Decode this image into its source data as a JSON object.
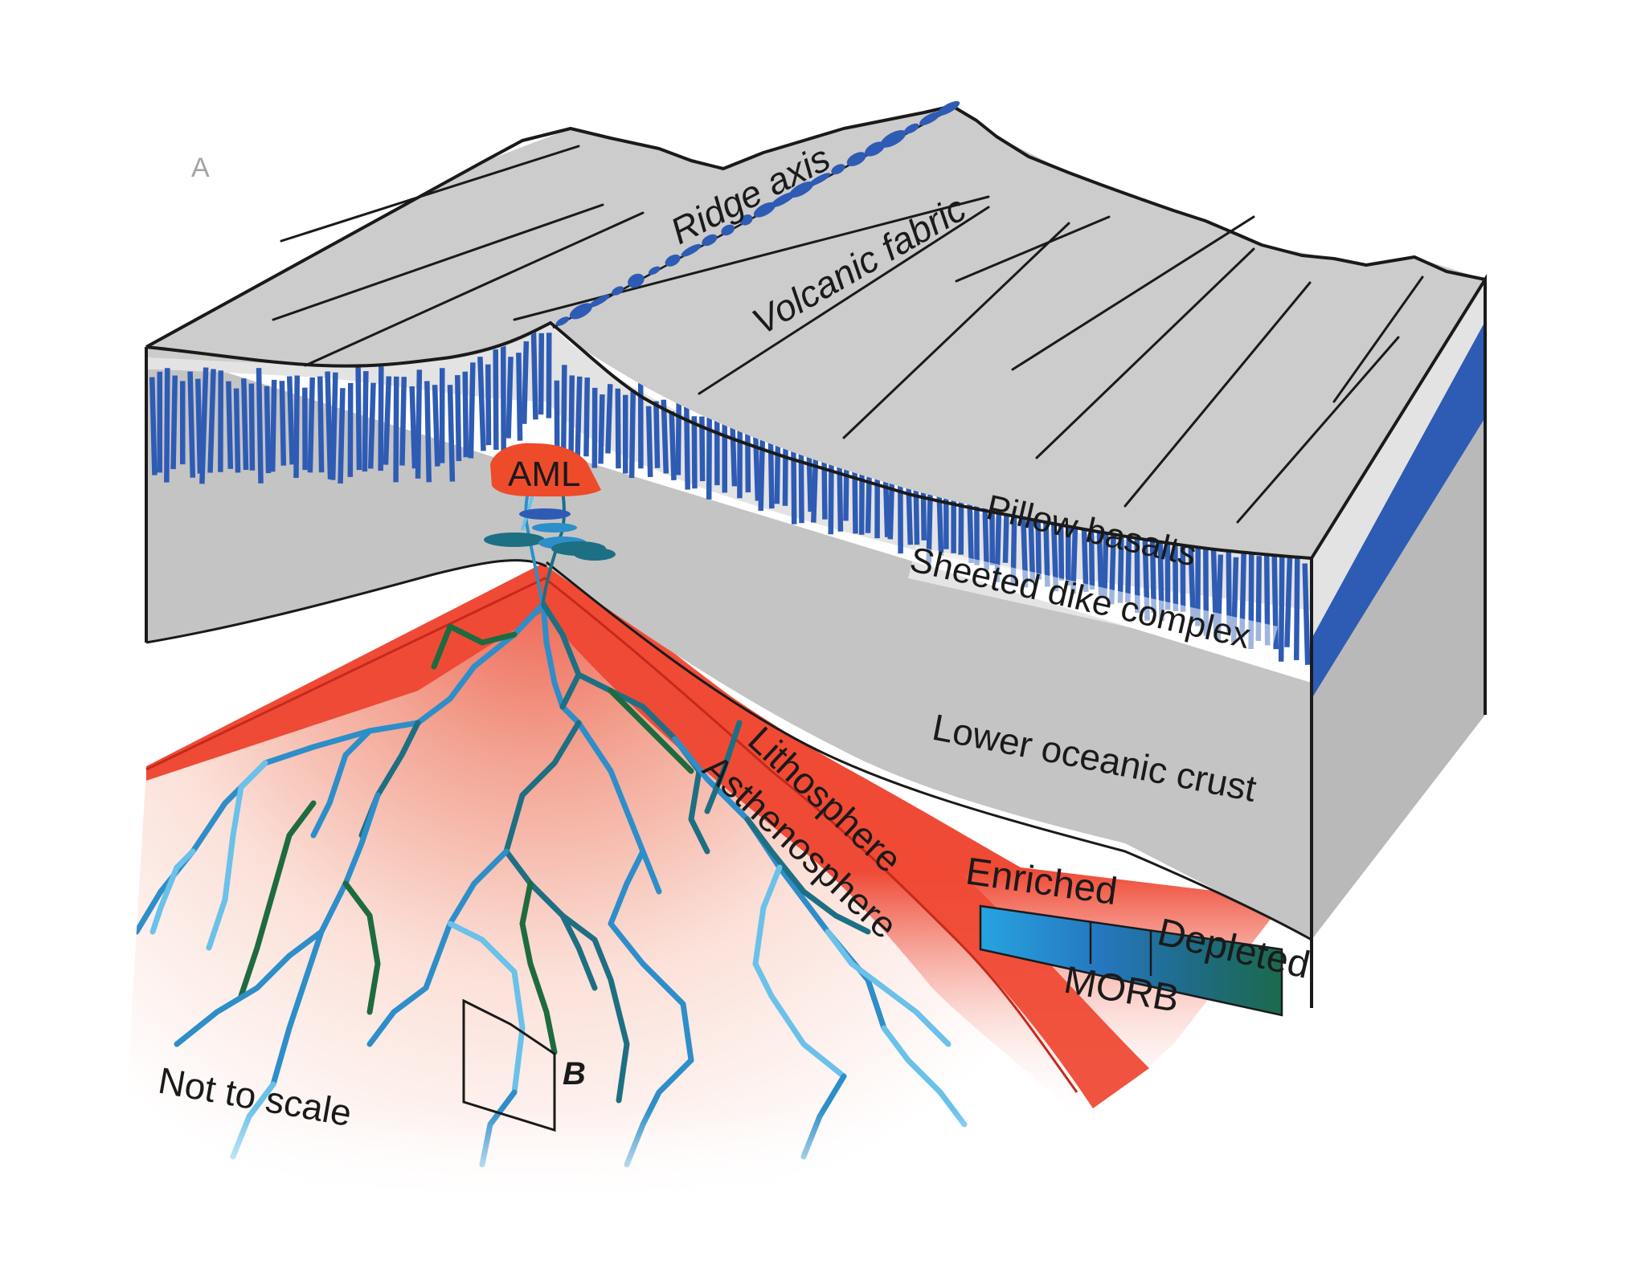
{
  "panel_letter": "A",
  "labels": {
    "ridge_axis": "Ridge axis",
    "volcanic_fabric": "Volcanic fabric",
    "aml": "AML",
    "pillow_basalts": "Pillow basalts",
    "sheeted_dike_complex": "Sheeted dike complex",
    "lower_oceanic_crust": "Lower oceanic crust",
    "lithosphere": "Lithosphere",
    "asthenosphere": "Asthenosphere",
    "not_to_scale": "Not to scale",
    "inset_b": "B"
  },
  "legend": {
    "enriched": "Enriched",
    "depleted": "Depleted",
    "morb": "MORB",
    "gradient_colors": [
      "#27a3e1",
      "#2577be",
      "#1f6b86",
      "#1b6a4c"
    ]
  },
  "colors": {
    "seafloor_gray": "#cccccc",
    "crust_gray": "#c4c4c4",
    "dike_blue": "#2e5bb4",
    "magma_red": "#ef4a35",
    "aml_red": "#ee4b2b",
    "enriched_blue": "#6ac1ea",
    "mid_blue": "#2d8ec9",
    "teal": "#1d6f83",
    "depleted_green": "#1d6b3f",
    "outline": "#1a1a1a"
  }
}
